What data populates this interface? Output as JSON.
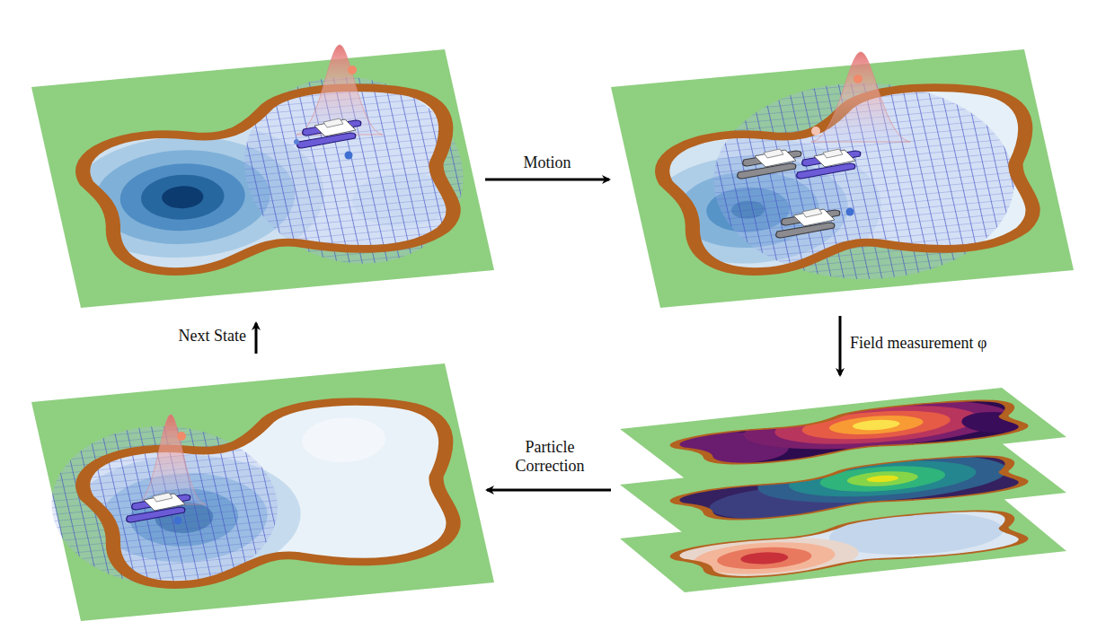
{
  "diagram": {
    "labels": [
      "Motion",
      "Field measurement φ",
      "Particle Correction",
      "Next State"
    ]
  }
}
